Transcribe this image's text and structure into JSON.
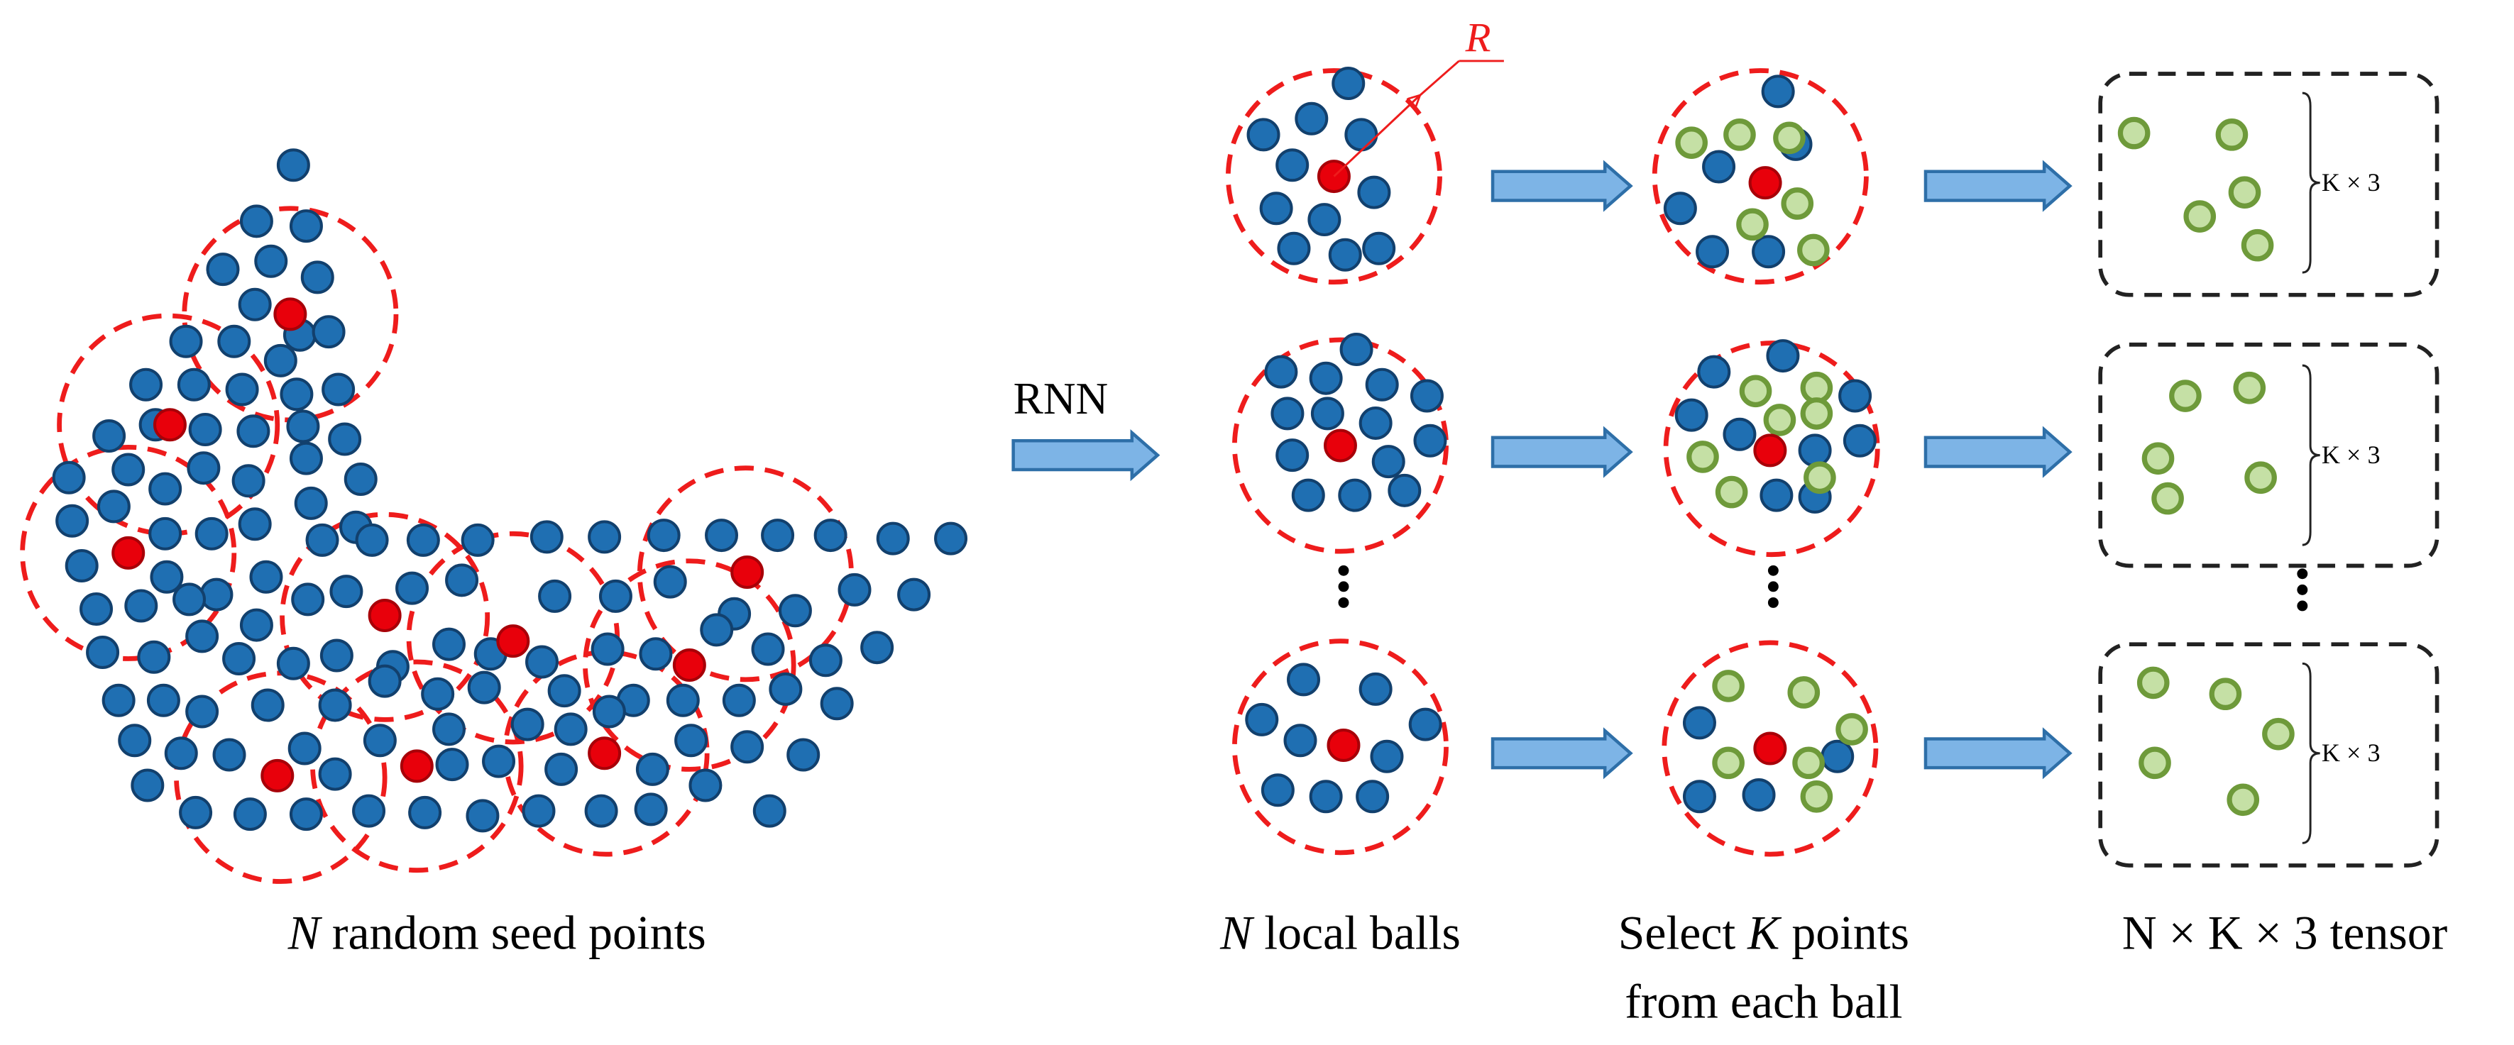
{
  "labels": {
    "rnn": "RNN",
    "radius": "R",
    "ktimes3": "K × 3",
    "caption_seed_var": "N",
    "caption_seed_rest": " random seed points",
    "caption_balls_var": "N",
    "caption_balls_rest": " local balls",
    "caption_select_1a": "Select ",
    "caption_select_var": "K",
    "caption_select_1b": " points",
    "caption_select_2": "from each ball",
    "caption_tensor": "N × K × 3 tensor"
  },
  "colors": {
    "point_blue": "#1F6FB2",
    "point_blue_stroke": "#12406D",
    "seed_red": "#E8000B",
    "seed_red_stroke": "#A80008",
    "selected_fill": "#C5E0A5",
    "selected_stroke": "#6E9A3A",
    "ball_dash": "#EE1C1C",
    "arrow_fill": "#7DB4E6",
    "arrow_stroke": "#2E6FA8"
  },
  "icons": {
    "point": "blue-point-icon",
    "seed": "red-seed-icon",
    "selected": "green-selected-point-icon",
    "ellipsis": "vertical-ellipsis-icon",
    "arrow": "right-arrow-icon",
    "brace": "right-brace-icon"
  }
}
